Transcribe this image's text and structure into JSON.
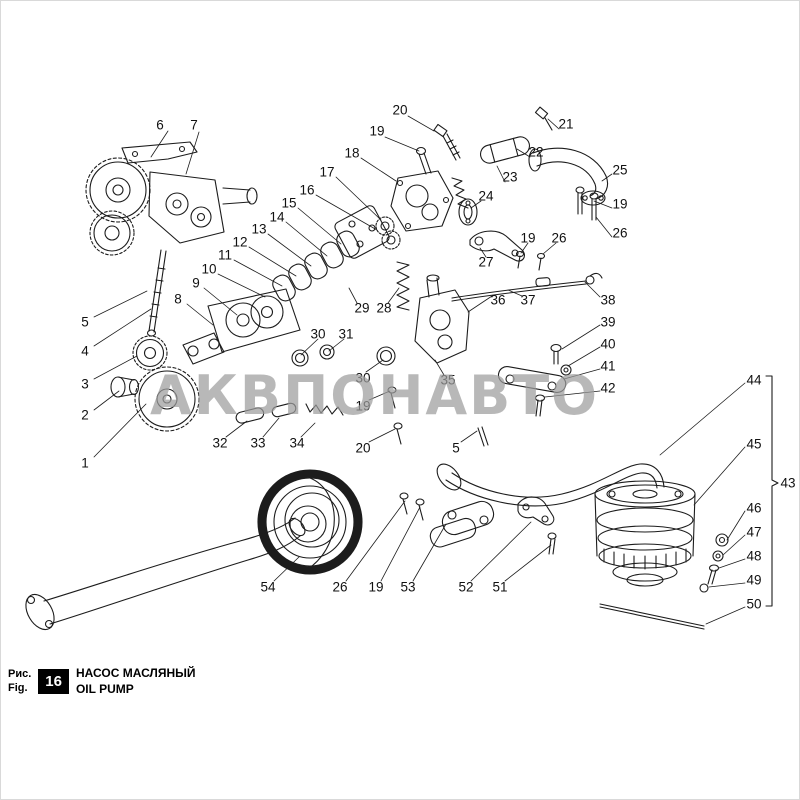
{
  "figure": {
    "fig_label_ru": "Рис.",
    "fig_label_en": "Fig.",
    "number": "16",
    "title_ru": "НАСОС МАСЛЯНЫЙ",
    "title_en": "OIL PUMP"
  },
  "watermark": "АКВПОНАВТО",
  "colors": {
    "line": "#1c1c1c",
    "watermark": "#9e9e9e",
    "background": "#ffffff",
    "fig_box_bg": "#000000",
    "fig_box_text": "#ffffff"
  },
  "callouts": [
    "6",
    "7",
    "20",
    "19",
    "21",
    "22",
    "18",
    "23",
    "17",
    "25",
    "16",
    "24",
    "15",
    "19",
    "14",
    "26",
    "13",
    "12",
    "19",
    "26",
    "11",
    "27",
    "10",
    "9",
    "8",
    "5",
    "4",
    "3",
    "2",
    "1",
    "29",
    "28",
    "36",
    "37",
    "38",
    "30",
    "31",
    "39",
    "40",
    "41",
    "42",
    "30",
    "35",
    "19",
    "32",
    "33",
    "34",
    "20",
    "5",
    "44",
    "45",
    "43",
    "46",
    "47",
    "48",
    "49",
    "50",
    "54",
    "26",
    "19",
    "53",
    "52",
    "51"
  ]
}
